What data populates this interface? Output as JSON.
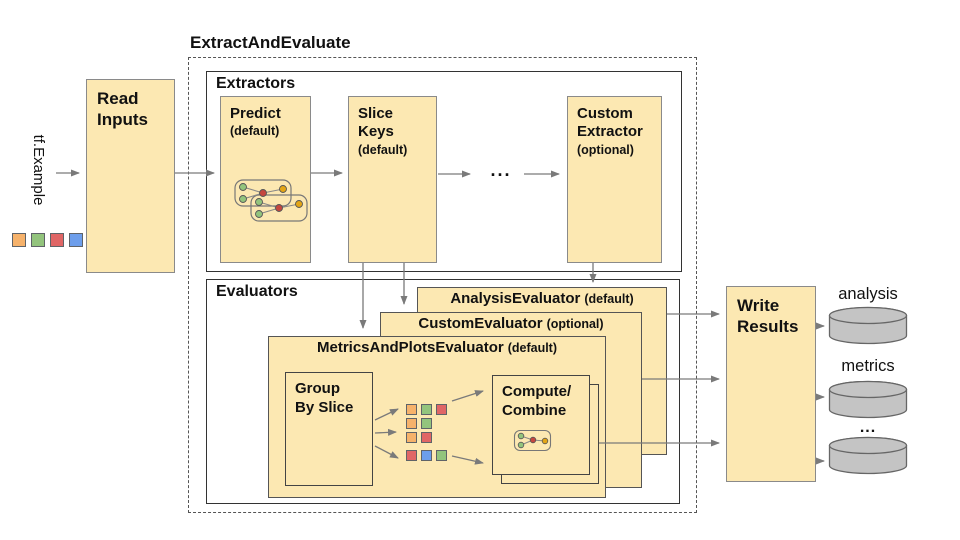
{
  "colors": {
    "orange": "#F6B26B",
    "green": "#93C47D",
    "red": "#E06666",
    "blue": "#6D9EEB",
    "icon_red": "#C5473F",
    "icon_yellow": "#E3A516",
    "box_fill": "#FCE8B2",
    "cylinder_fill": "#C4C4C4",
    "arrow": "#7a7a7a"
  },
  "input": {
    "label": "tf.Example",
    "legend_squares": [
      "orange",
      "green",
      "red",
      "blue"
    ]
  },
  "read_inputs": {
    "label": "Read\nInputs"
  },
  "pipeline": {
    "title": "ExtractAndEvaluate",
    "extractors": {
      "title": "Extractors",
      "ellipsis": "...",
      "boxes": {
        "predict": {
          "name": "Predict",
          "qualifier": "(default)"
        },
        "slice_keys": {
          "name": "Slice\nKeys",
          "qualifier": "(default)"
        },
        "custom": {
          "name": "Custom\nExtractor",
          "qualifier": "(optional)"
        }
      }
    },
    "evaluators": {
      "title": "Evaluators",
      "stack": {
        "analysis": {
          "name": "AnalysisEvaluator",
          "qualifier": "(default)"
        },
        "custom": {
          "name": "CustomEvaluator",
          "qualifier": "(optional)"
        },
        "metrics_and_plots": {
          "name": "MetricsAndPlotsEvaluator",
          "qualifier": "(default)"
        }
      },
      "group_by_slice": {
        "label": "Group\nBy Slice"
      },
      "slice_groups": [
        [
          "orange",
          "green",
          "red"
        ],
        [
          "orange",
          "green"
        ],
        [
          "orange",
          "red"
        ],
        [
          "red",
          "blue",
          "green"
        ]
      ],
      "compute_combine": {
        "label": "Compute/\nCombine"
      }
    }
  },
  "write_results": {
    "label": "Write\nResults"
  },
  "outputs": {
    "analysis_label": "analysis",
    "metrics_label": "metrics",
    "ellipsis": "..."
  }
}
